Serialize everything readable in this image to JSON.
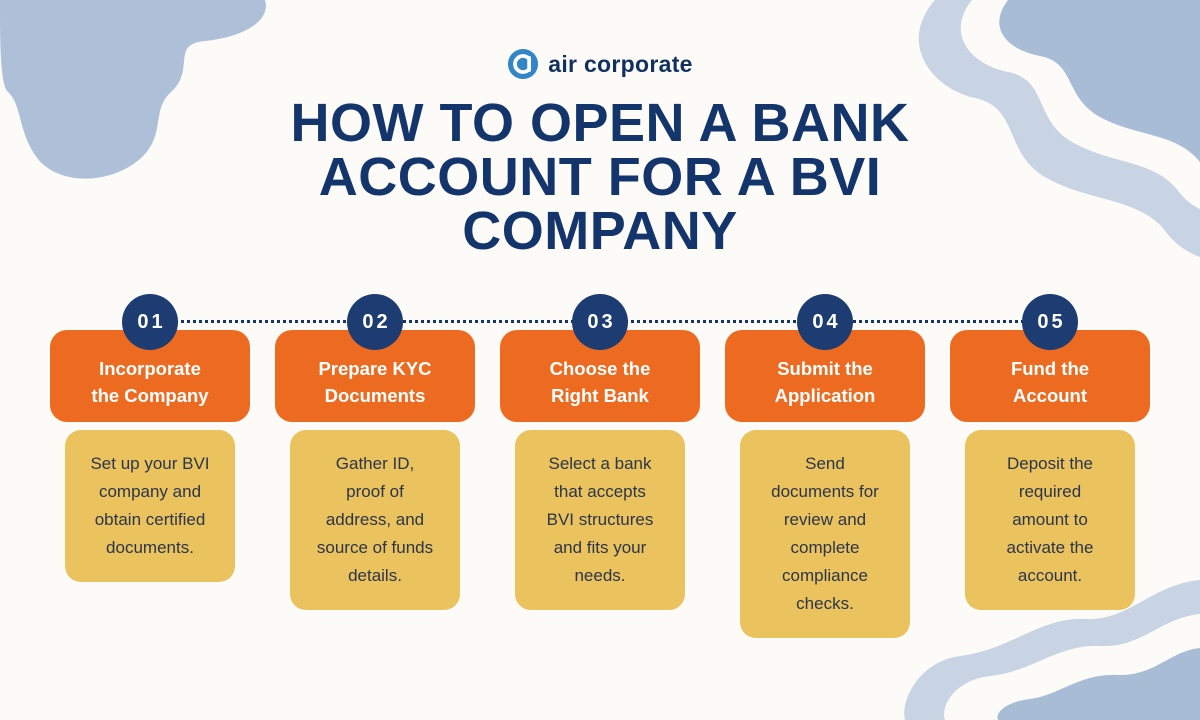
{
  "logo": {
    "brand": "air corporate"
  },
  "title": "HOW TO OPEN A BANK ACCOUNT FOR A BVI COMPANY",
  "steps": [
    {
      "number": "01",
      "title_line1": "Incorporate",
      "title_line2": "the Company",
      "description": "Set up your BVI company and obtain certified documents."
    },
    {
      "number": "02",
      "title_line1": "Prepare KYC",
      "title_line2": "Documents",
      "description": "Gather ID, proof of address, and source of funds details."
    },
    {
      "number": "03",
      "title_line1": "Choose the",
      "title_line2": "Right Bank",
      "description": "Select a bank that accepts BVI structures and fits your needs."
    },
    {
      "number": "04",
      "title_line1": "Submit the",
      "title_line2": "Application",
      "description": "Send documents for review and complete compliance checks."
    },
    {
      "number": "05",
      "title_line1": "Fund the",
      "title_line2": "Account",
      "description": "Deposit the required amount to activate the account."
    }
  ],
  "colors": {
    "navy": "#14356c",
    "orange": "#ed6b21",
    "gold": "#eac25e",
    "blob": "#aebfd8",
    "blob_light": "#c8d3e3",
    "logo_blue": "#3186c8"
  }
}
